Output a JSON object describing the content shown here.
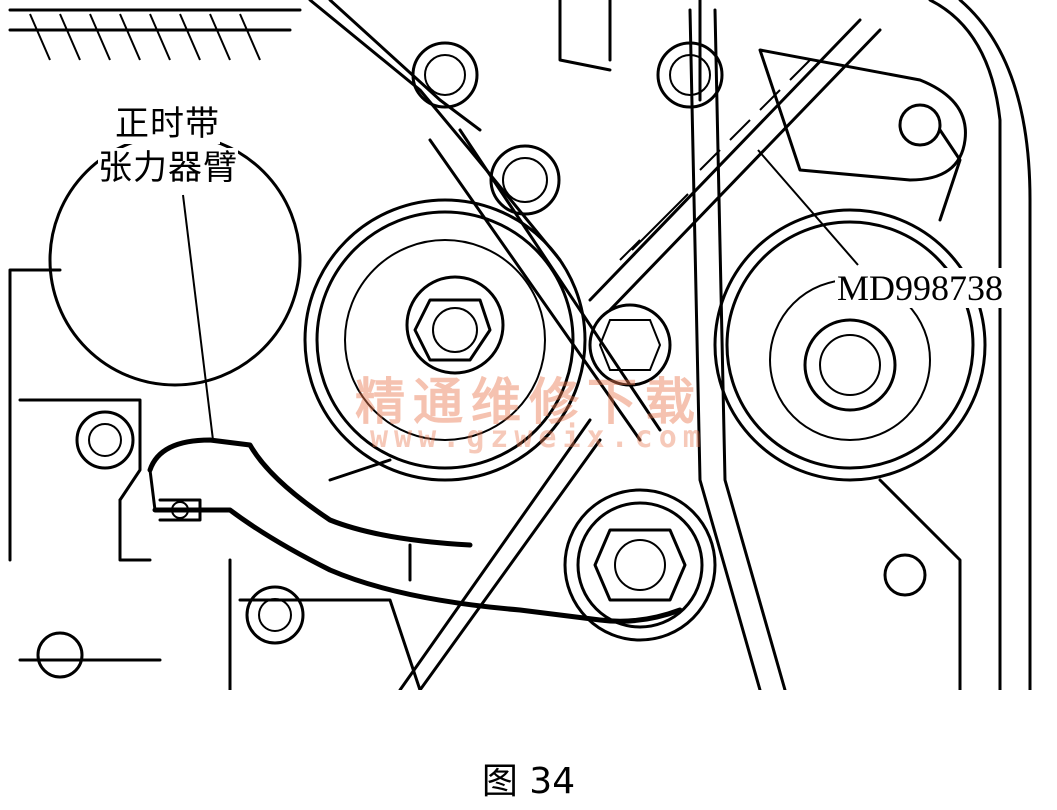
{
  "labels": {
    "tensioner_arm_line1": "正时带",
    "tensioner_arm_line2": "张力器臂",
    "tool_code": "MD998738"
  },
  "watermark": {
    "text": "精通维修下载",
    "url": "www.gzweix.com"
  },
  "caption": "图 34"
}
